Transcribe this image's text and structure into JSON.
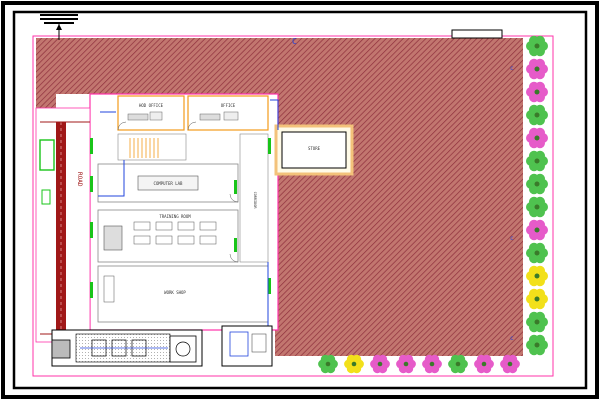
{
  "rooms": {
    "hod_office": "HOD OFFICE",
    "office": "OFFICE",
    "computer_lab": "COMPUTER LAB",
    "training_room": "TRAINING ROOM",
    "work_shop": "WORK SHOP",
    "store": "STORE",
    "stair_corridor": "CORRIDOR"
  },
  "road_label": "ROAD",
  "colors": {
    "hatch": "#a5464f",
    "hatch_bg": "#c9807f",
    "wall": "#ff33aa",
    "door": "#f39b1c",
    "window": "#19c419",
    "pipe": "#a01818",
    "blue": "#2244dd",
    "tree_green": "#4fc24f",
    "tree_pink": "#e65bc9",
    "tree_yellow": "#f2e01a"
  }
}
